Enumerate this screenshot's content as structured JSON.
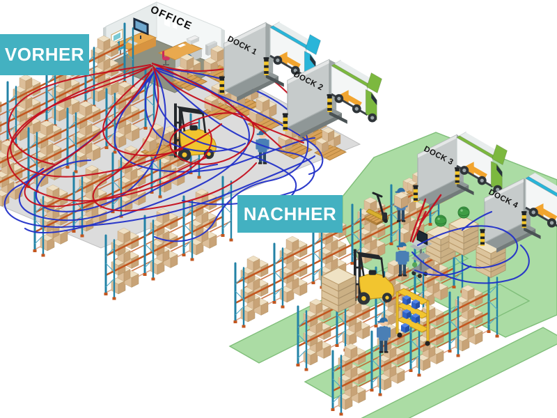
{
  "diagram": {
    "type": "warehouse-before-after-optimization",
    "before": {
      "label": "VORHER"
    },
    "after": {
      "label": "NACHHER"
    },
    "office": {
      "label": "OFFICE"
    },
    "docks": [
      {
        "label": "DOCK 1"
      },
      {
        "label": "DOCK 2"
      },
      {
        "label": "DOCK 3"
      },
      {
        "label": "DOCK 4"
      }
    ],
    "colors": {
      "label_bg": "#43B1C1",
      "label_text": "#FFFFFF",
      "floor_before": "#DCDCDC",
      "floor_after": "#ABDCA4",
      "floor_after_edge": "#7FBE79",
      "line_red": "#C40E1C",
      "line_blue": "#2230C8",
      "rack_post": "#2282A6",
      "rack_beam": "#C2561F",
      "box_tan": "#DCBE99",
      "pallet_wood": "#D9A258",
      "dock_gray": "#C6CBCB",
      "bollard_yellow": "#F2C52B",
      "truck_cyan": "#29B5D9",
      "truck_green": "#7CB83F",
      "truck_white": "#F4F6F6",
      "truck_arrow": "#F2A52F",
      "forklift_yellow": "#F2C52F",
      "worker_blue": "#4A7FB5",
      "melon_green": "#3F9D45",
      "office_floor": "#8E9181"
    }
  }
}
